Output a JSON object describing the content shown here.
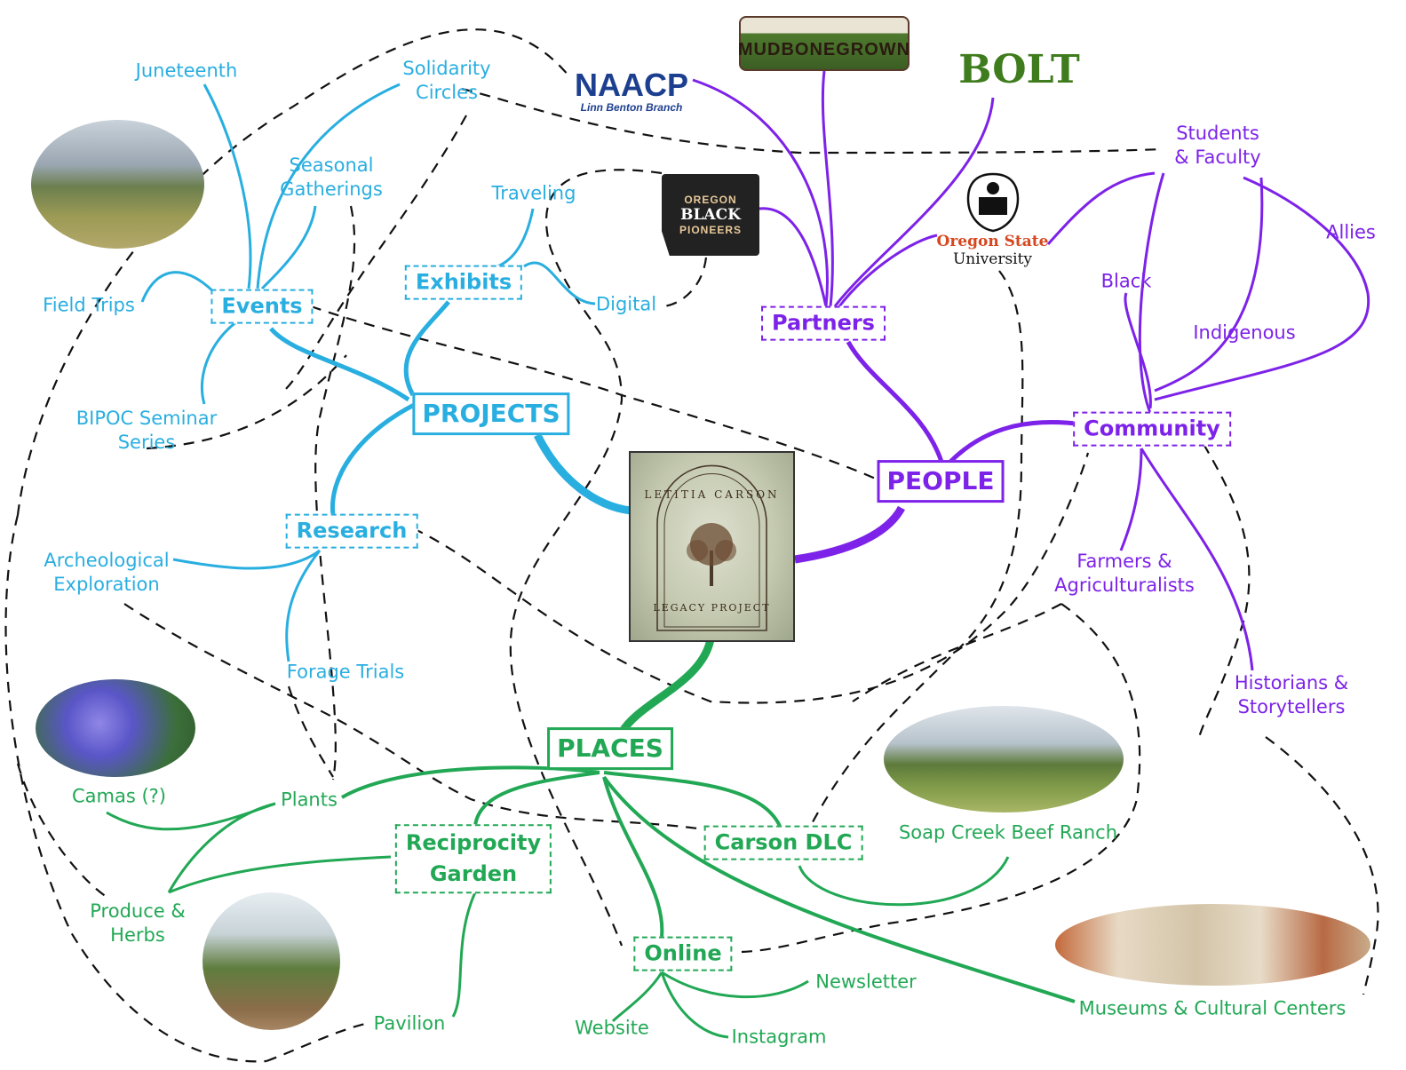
{
  "center": {
    "title_top": "LETITIA CARSON",
    "title_bottom": "LEGACY PROJECT"
  },
  "colors": {
    "projects": "#29aee0",
    "people": "#7d22e8",
    "places": "#22a855",
    "dashed": "#111111"
  },
  "projects": {
    "label": "PROJECTS",
    "events": {
      "label": "Events",
      "items": [
        "Juneteenth",
        "Solidarity\nCircles",
        "Seasonal\nGatherings",
        "Field Trips",
        "BIPOC Seminar\nSeries"
      ]
    },
    "exhibits": {
      "label": "Exhibits",
      "items": [
        "Traveling",
        "Digital"
      ]
    },
    "research": {
      "label": "Research",
      "items": [
        "Archeological\nExploration",
        "Forage Trials"
      ]
    }
  },
  "people": {
    "label": "PEOPLE",
    "partners": {
      "label": "Partners",
      "logos": {
        "naacp": "NAACP",
        "naacp_sub": "Linn Benton Branch",
        "mudbone": "MUDBONEGROWN",
        "bolt": "BOLT",
        "obp": [
          "OREGON",
          "BLACK",
          "PIONEERS"
        ],
        "osu": "Oregon State",
        "osu_sub": "University"
      }
    },
    "community": {
      "label": "Community",
      "items": [
        "Students\n& Faculty",
        "Allies",
        "Black",
        "Indigenous",
        "Farmers &\nAgriculturalists",
        "Historians &\nStorytellers"
      ]
    }
  },
  "places": {
    "label": "PLACES",
    "plants": {
      "label": "Plants",
      "items": [
        "Camas (?)",
        "Produce &\nHerbs"
      ]
    },
    "reciprocity": {
      "label": "Reciprocity\nGarden",
      "items": [
        "Pavilion"
      ]
    },
    "carson": {
      "label": "Carson DLC",
      "items": [
        "Soap Creek Beef Ranch"
      ]
    },
    "online": {
      "label": "Online",
      "items": [
        "Website",
        "Instagram",
        "Newsletter"
      ]
    },
    "museums": "Museums & Cultural Centers"
  }
}
